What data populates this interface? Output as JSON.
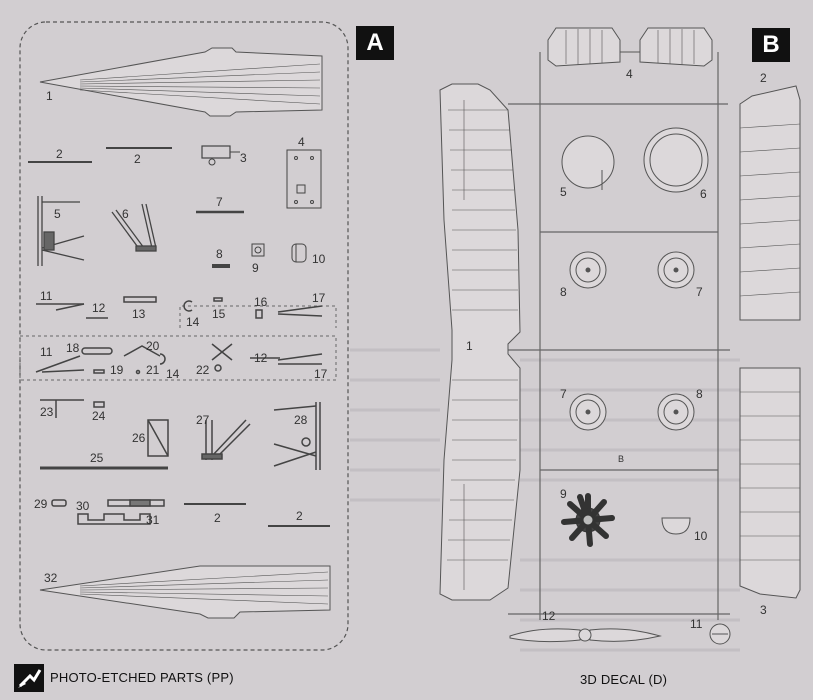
{
  "panel_a": {
    "badge": "A",
    "labels": {
      "p1": "1",
      "p2a": "2",
      "p2b": "2",
      "p3": "3",
      "p4": "4",
      "p5": "5",
      "p6": "6",
      "p7": "7",
      "p8": "8",
      "p9": "9",
      "p10": "10",
      "p11a": "11",
      "p12a": "12",
      "p13": "13",
      "p14a": "14",
      "p15": "15",
      "p16": "16",
      "p17a": "17",
      "p11b": "11",
      "p18": "18",
      "p19": "19",
      "p20": "20",
      "p21": "21",
      "p14b": "14",
      "p22": "22",
      "p12b": "12",
      "p17b": "17",
      "p23": "23",
      "p24": "24",
      "p26": "26",
      "p27": "27",
      "p28": "28",
      "p25": "25",
      "p29": "29",
      "p30": "30",
      "p31": "31",
      "p2c": "2",
      "p2d": "2",
      "p32": "32"
    }
  },
  "panel_b": {
    "badge": "B",
    "labels": {
      "p1": "1",
      "p2": "2",
      "p3": "3",
      "p4": "4",
      "p5": "5",
      "p6": "6",
      "p7a": "7",
      "p7b": "7",
      "p8a": "8",
      "p8b": "8",
      "p9": "9",
      "p10": "10",
      "p11": "11",
      "p12": "12",
      "sprue": "B"
    }
  },
  "legend": {
    "photo_etched": "PHOTO-ETCHED PARTS  (PP)",
    "decal": "3D DECAL (D)"
  }
}
